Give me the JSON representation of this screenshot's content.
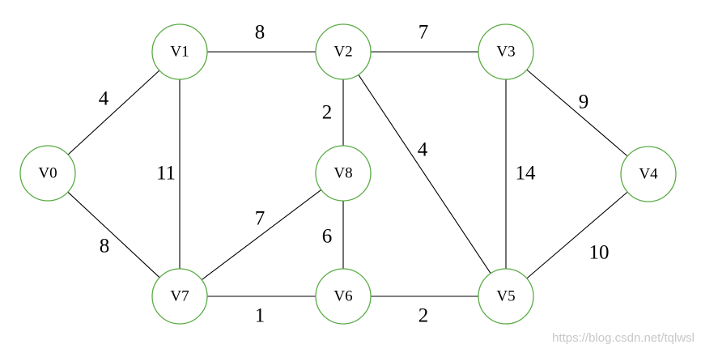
{
  "graph": {
    "nodes": [
      {
        "id": "V0",
        "label": "V0"
      },
      {
        "id": "V1",
        "label": "V1"
      },
      {
        "id": "V2",
        "label": "V2"
      },
      {
        "id": "V3",
        "label": "V3"
      },
      {
        "id": "V4",
        "label": "V4"
      },
      {
        "id": "V5",
        "label": "V5"
      },
      {
        "id": "V6",
        "label": "V6"
      },
      {
        "id": "V7",
        "label": "V7"
      },
      {
        "id": "V8",
        "label": "V8"
      }
    ],
    "edges": [
      {
        "from": "V0",
        "to": "V1",
        "weight": "4"
      },
      {
        "from": "V0",
        "to": "V7",
        "weight": "8"
      },
      {
        "from": "V1",
        "to": "V2",
        "weight": "8"
      },
      {
        "from": "V1",
        "to": "V7",
        "weight": "11"
      },
      {
        "from": "V2",
        "to": "V3",
        "weight": "7"
      },
      {
        "from": "V2",
        "to": "V8",
        "weight": "2"
      },
      {
        "from": "V2",
        "to": "V5",
        "weight": "4"
      },
      {
        "from": "V3",
        "to": "V4",
        "weight": "9"
      },
      {
        "from": "V3",
        "to": "V5",
        "weight": "14"
      },
      {
        "from": "V4",
        "to": "V5",
        "weight": "10"
      },
      {
        "from": "V5",
        "to": "V6",
        "weight": "2"
      },
      {
        "from": "V6",
        "to": "V7",
        "weight": "1"
      },
      {
        "from": "V6",
        "to": "V8",
        "weight": "6"
      },
      {
        "from": "V7",
        "to": "V8",
        "weight": "7"
      }
    ]
  },
  "watermark": "https://blog.csdn.net/tqlwsl"
}
